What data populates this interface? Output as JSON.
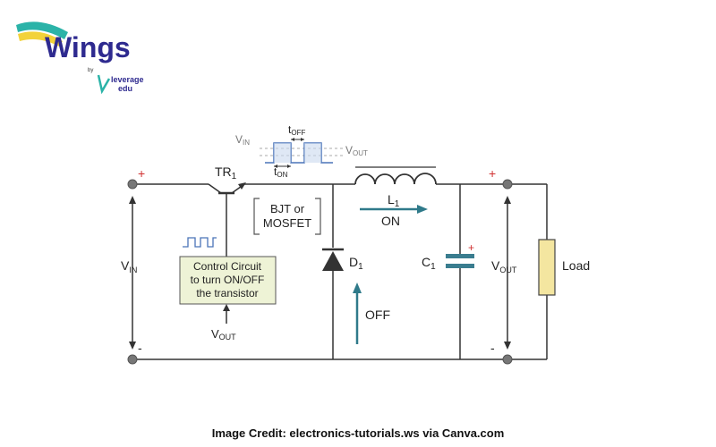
{
  "logo": {
    "brand": "Wings",
    "by": "by",
    "partner_line1": "leverage",
    "partner_line2": "edu",
    "colors": {
      "brand_text": "#2e2a8f",
      "swoosh_teal": "#2bb3a8",
      "swoosh_yellow": "#f2d23a"
    }
  },
  "diagram": {
    "transistor": {
      "label": "TR",
      "sub": "1"
    },
    "device_box": {
      "line1": "BJT or",
      "line2": "MOSFET"
    },
    "inductor": {
      "label": "L",
      "sub": "1"
    },
    "on_label": "ON",
    "diode": {
      "label": "D",
      "sub": "1"
    },
    "off_label": "OFF",
    "capacitor": {
      "label": "C",
      "sub": "1"
    },
    "load_label": "Load",
    "vin_left": {
      "main": "V",
      "sub": "IN"
    },
    "vout_right": {
      "main": "V",
      "sub": "OUT"
    },
    "plus": "+",
    "minus": "-",
    "control_box": {
      "line1": "Control Circuit",
      "line2": "to turn ON/OFF",
      "line3": "the transistor"
    },
    "vout_feedback": {
      "main": "V",
      "sub": "OUT"
    },
    "waveform": {
      "vin": {
        "main": "V",
        "sub": "IN"
      },
      "vout": {
        "main": "V",
        "sub": "OUT"
      },
      "toff": {
        "main": "t",
        "sub": "OFF"
      },
      "ton": {
        "main": "t",
        "sub": "ON"
      }
    },
    "colors": {
      "wire": "#333333",
      "arrow_teal": "#2f7a8a",
      "control_fill": "#eef3d6",
      "load_fill": "#f4e6a0",
      "pulse": "#4a74b8",
      "plus": "#d03030",
      "cap_plate": "#3a7d8f"
    }
  },
  "credit": {
    "text": "Image Credit: electronics-tutorials.ws  via Canva.com"
  }
}
